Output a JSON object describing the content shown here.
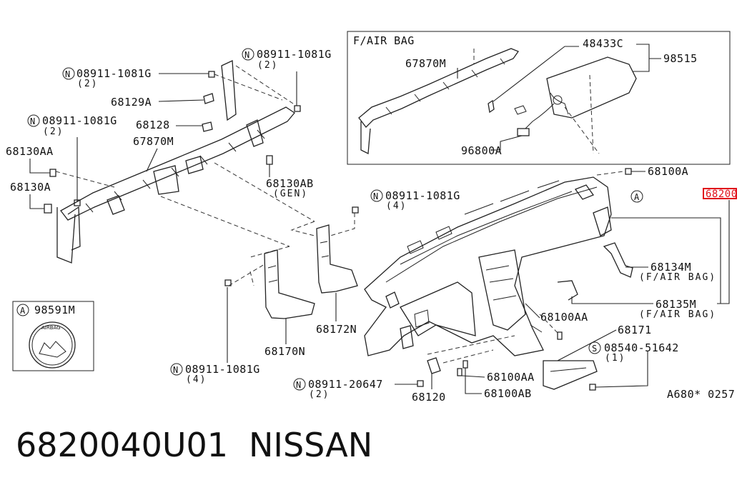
{
  "inset": {
    "title": "F/AIR BAG"
  },
  "inset_parts": {
    "p48433c": "48433C",
    "p98515": "98515",
    "p67870m": "67870M",
    "p96800a": "96800A"
  },
  "labels": {
    "n08911_1081g_top": "08911-1081G",
    "n08911_1081g_top_qty": "(2)",
    "n08911_1081g_left": "08911-1081G",
    "n08911_1081g_left_qty": "(2)",
    "p68129a": "68129A",
    "p68128": "68128",
    "n08911_1081g_mid": "08911-1081G",
    "n08911_1081g_mid_qty": "(2)",
    "p67870m": "67870M",
    "p68130aa": "68130AA",
    "p68130a": "68130A",
    "p68130ab": "68130AB",
    "p68130ab_note": "(GEN)",
    "n08911_1081g_right": "08911-1081G",
    "n08911_1081g_right_qty": "(4)",
    "p68100a": "68100A",
    "a_marker": "A",
    "p68200_partial": "68200",
    "p68134m": "68134M",
    "p68134m_note": "(F/AIR BAG)",
    "p68135m": "68135M",
    "p68135m_note": "(F/AIR BAG)",
    "p68100aa_upper": "68100AA",
    "p68171": "68171",
    "s08540_51642": "08540-51642",
    "s08540_51642_qty": "(1)",
    "p68172n": "68172N",
    "p68170n": "68170N",
    "n08911_1081g_bottom": "08911-1081G",
    "n08911_1081g_bottom_qty": "(4)",
    "n08911_20647": "08911-20647",
    "n08911_20647_qty": "(2)",
    "p68120": "68120",
    "p68100aa_lower": "68100AA",
    "p68100ab": "68100AB",
    "ref_code": "A680* 0257",
    "circle_n": "N",
    "circle_s": "S"
  },
  "legend_box": {
    "marker": "A",
    "part": "98591M",
    "emblem_text": "AIRBAG"
  },
  "footer": {
    "part_number": "6820040U01",
    "brand": "NISSAN"
  },
  "colors": {
    "highlight": "#e0101a",
    "ink": "#222222"
  }
}
